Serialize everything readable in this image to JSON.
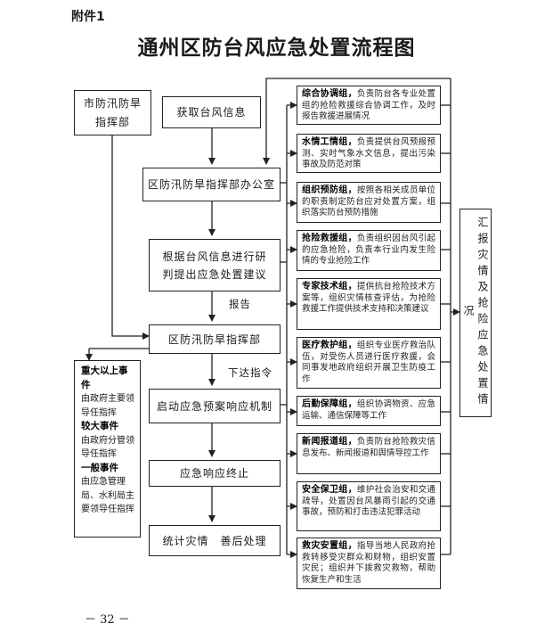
{
  "header": {
    "attachment": "附件1",
    "title": "通州区防台风应急处置流程图"
  },
  "left_col": {
    "top_box": "市防汛防旱指挥部"
  },
  "center": {
    "get_info": "获取台风信息",
    "office": "区防汛防旱指挥部办公室",
    "research": "根据台风信息进行研判提出应急处置建议",
    "report_label": "报告",
    "hq": "区防汛防旱指挥部",
    "order_label": "下达指令",
    "start": "启动应急预案响应机制",
    "end": "应急响应终止",
    "aftermath": "统计灾情　善后处理"
  },
  "severity": [
    {
      "head": "重大以上事件",
      "body": "由政府主要领导任指挥"
    },
    {
      "head": "较大事件",
      "body": "由政府分管领导任指挥"
    },
    {
      "head": "一般事件",
      "body": "由应急管理局、水利局主要领导任指挥"
    }
  ],
  "groups": [
    {
      "name": "综合协调组，",
      "desc": "负责防台各专业处置组的抢险救援综合协调工作，及时报告救援进展情况"
    },
    {
      "name": "水情工情组，",
      "desc": "负责提供台风预报预测、实时气象水文信息，提出污染事故及防范对策"
    },
    {
      "name": "组织预防组，",
      "desc": "按照各相关成员单位的职责制定防台应对处置方案，组织落实防台预防措施"
    },
    {
      "name": "抢险救援组，",
      "desc": "负责组织因台风引起的应急抢险，负责本行业内发生险情的专业抢险工作"
    },
    {
      "name": "专家技术组，",
      "desc": "提供抗台抢险技术方案等，组织灾情核查评估，为抢险救援工作提供技术支持和决策建议"
    },
    {
      "name": "医疗救护组，",
      "desc": "组织专业医疗救治队伍，对受伤人员进行医疗救援，会同事发地政府组织开展卫生防疫工作"
    },
    {
      "name": "后勤保障组，",
      "desc": "组织协调物资、应急运输、通信保障等工作"
    },
    {
      "name": "新闻报道组，",
      "desc": "负责防台抢险救灾信息发布、新闻报道和舆情导控工作"
    },
    {
      "name": "安全保卫组，",
      "desc": "维护社会治安和交通疏导，处置因台风暴雨引起的交通事故，预防和打击违法犯罪活动"
    },
    {
      "name": "救灾安置组，",
      "desc": "指导当地人民政府抢救转移受灾群众和财物，组织安置灾民；组织并下拨救灾救物，帮助恢复生产和生活"
    }
  ],
  "right_col": {
    "text": "汇报灾情及抢险应急处置情况"
  },
  "footer": {
    "page": "－ 32 －"
  }
}
